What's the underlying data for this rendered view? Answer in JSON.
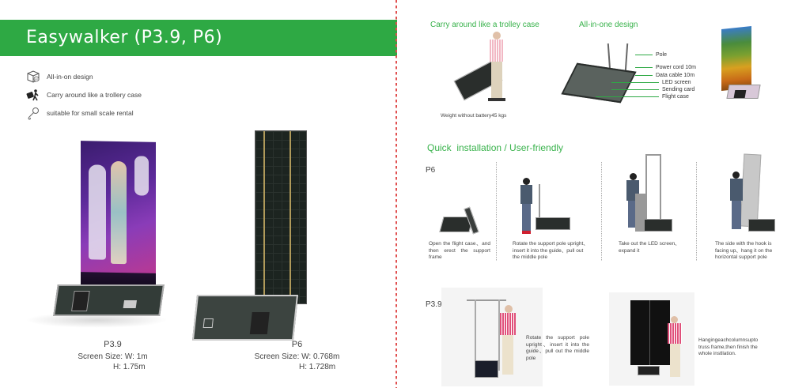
{
  "left_page": {
    "title": "Easywalker (P3.9, P6)",
    "features": [
      {
        "icon": "box-ai-icon",
        "label": "All-in-on design"
      },
      {
        "icon": "trolley-carry-icon",
        "label": "Carry around like a trollery case"
      },
      {
        "icon": "microphone-icon",
        "label": "suitable for small scale rental"
      }
    ],
    "products": [
      {
        "model": "P3.9",
        "size_label": "Screen Size:",
        "width": "W: 1m",
        "height": "H: 1.75m"
      },
      {
        "model": "P6",
        "size_label": "Screen Size:",
        "width": "W: 0.768m",
        "height": "H: 1.728m"
      }
    ]
  },
  "right_page": {
    "trolley_section": {
      "heading": "Carry around like a trolley case",
      "caption": "Weight without battery45 kgs"
    },
    "allinone_section": {
      "heading": "All-in-one design",
      "callouts": [
        "Pole",
        "Power cord 10m",
        "Data cable 10m",
        "LED screen",
        "Sending card",
        "Flight case"
      ]
    },
    "install_section": {
      "heading": "Quick  installation / User-friendly",
      "p6": {
        "label": "P6",
        "steps": [
          "Open the flight case、and then erect the support frame",
          "Rotate the support pole upright、insert it into the guide、pull out the middle pole",
          "Take out the LED screen、expand it",
          "The side with the hook is facing up、hang it on the horizontal support pole"
        ]
      },
      "p39": {
        "label": "P3.9",
        "steps": [
          "Rotate the support pole upright、insert it into the guide、pull out the middle pole",
          "Hangingeachcolumnsupto truss frame,then finish the whole instllation."
        ]
      }
    }
  },
  "colors": {
    "brand_green": "#2ea944",
    "heading_green": "#38b24b",
    "divider_red": "#e05050"
  }
}
